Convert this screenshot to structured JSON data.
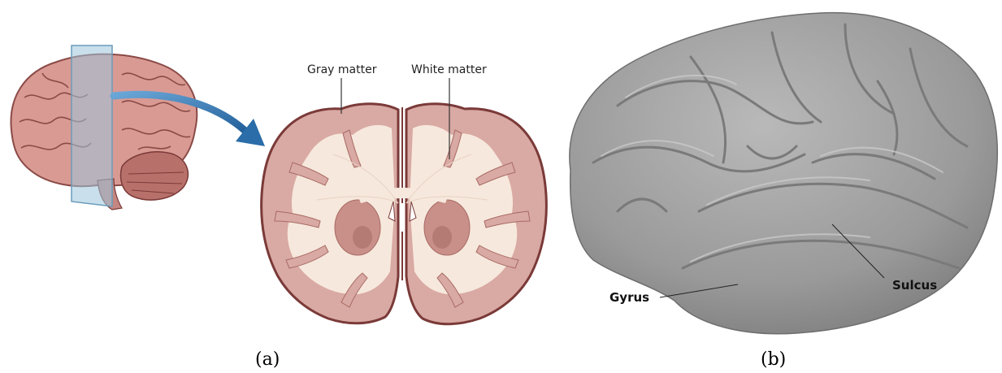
{
  "panel_a": {
    "label_gray": "Gray matter",
    "label_white": "White matter",
    "caption": "(a)"
  },
  "panel_b": {
    "label_gyrus": "Gyrus",
    "label_sulcus": "Sulcus",
    "caption": "(b)"
  },
  "colors": {
    "brain_pink": "#d99a94",
    "gray_matter": "#d9a9a3",
    "white_matter": "#f6e8dc",
    "section_outline": "#7a3a38",
    "plane_blue": "#9cc6dd",
    "arrow_blue": "#2b6da8",
    "surface_gray": "#9e9e9e"
  }
}
